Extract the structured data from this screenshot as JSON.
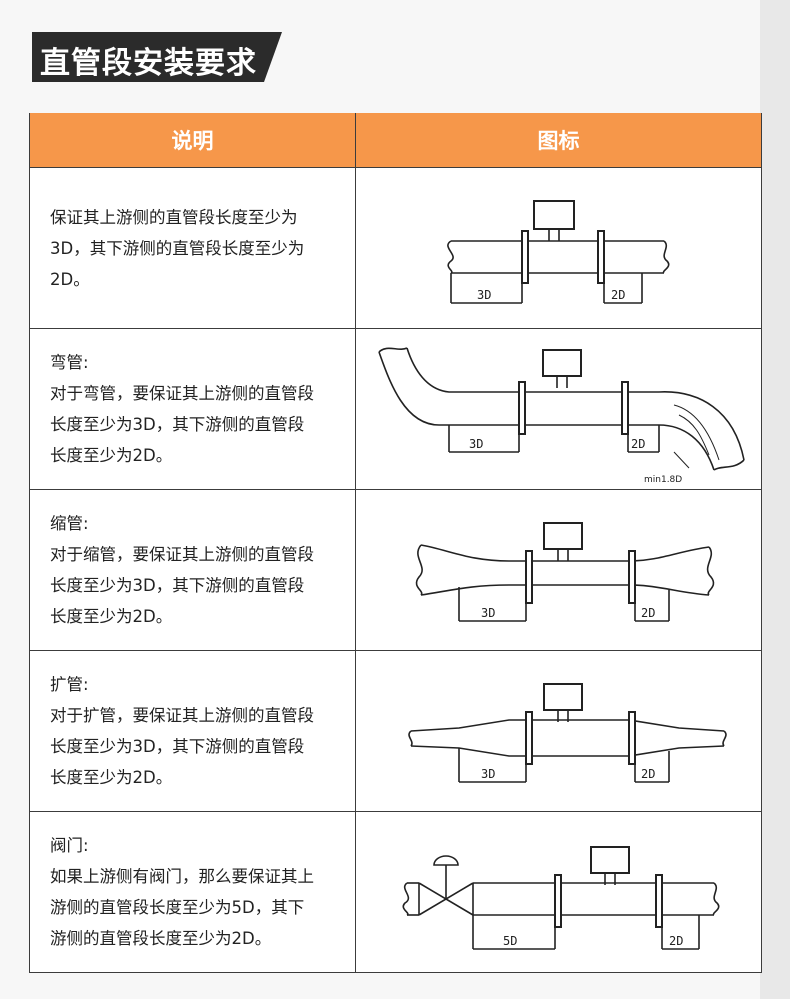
{
  "title": "直管段安装要求",
  "table": {
    "headers": [
      "说明",
      "图标"
    ],
    "rows": [
      {
        "lines": [
          "保证其上游侧的直管段长度至少为",
          "3D，其下游侧的直管段长度至少为",
          "2D。"
        ],
        "diagram": "straight-pipe",
        "labels": [
          "3D",
          "2D"
        ]
      },
      {
        "lines": [
          "弯管:",
          "对于弯管，要保证其上游侧的直管段",
          "长度至少为3D，其下游侧的直管段",
          "长度至少为2D。"
        ],
        "diagram": "elbow-pipe",
        "labels": [
          "3D",
          "2D",
          "min1.8D"
        ]
      },
      {
        "lines": [
          "缩管:",
          "对于缩管，要保证其上游侧的直管段",
          "长度至少为3D，其下游侧的直管段",
          "长度至少为2D。"
        ],
        "diagram": "reducer-pipe",
        "labels": [
          "3D",
          "2D"
        ]
      },
      {
        "lines": [
          "扩管:",
          "对于扩管，要保证其上游侧的直管段",
          "长度至少为3D，其下游侧的直管段",
          "长度至少为2D。"
        ],
        "diagram": "expander-pipe",
        "labels": [
          "3D",
          "2D"
        ]
      },
      {
        "lines": [
          "阀门:",
          "如果上游侧有阀门，那么要保证其上",
          "游侧的直管段长度至少为5D，其下",
          "游侧的直管段长度至少为2D。"
        ],
        "diagram": "valve-pipe",
        "labels": [
          "5D",
          "2D"
        ]
      }
    ]
  },
  "colors": {
    "header_bg": "#f6974a",
    "banner_bg": "#2b2b2b"
  }
}
